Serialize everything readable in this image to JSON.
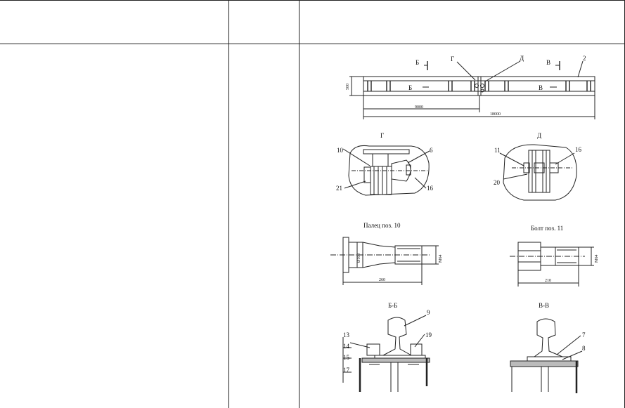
{
  "drawing": {
    "plan": {
      "section_b": "Б",
      "section_v": "В",
      "detail_g": "Г",
      "detail_d": "Д",
      "pos_2": "2",
      "dim_height": "500",
      "dim_half": "9000",
      "dim_total": "18000"
    },
    "detail_g": {
      "title": "Г",
      "pos_10": "10",
      "pos_6": "6",
      "pos_21": "21",
      "pos_16": "16"
    },
    "detail_d": {
      "title": "Д",
      "pos_11": "11",
      "pos_16": "16",
      "pos_20": "20"
    },
    "pin": {
      "title": "Палец поз. 10",
      "dia": "Ø100",
      "thread": "М64",
      "length": "260"
    },
    "bolt": {
      "title": "Болт поз. 11",
      "thread": "М64",
      "length": "210"
    },
    "section_bb": {
      "title": "Б-Б",
      "pos_9": "9",
      "pos_13": "13",
      "pos_19": "19",
      "pos_14": "14",
      "pos_15": "15",
      "pos_17": "17"
    },
    "section_vv": {
      "title": "В-В",
      "pos_7": "7",
      "pos_8": "8"
    }
  }
}
